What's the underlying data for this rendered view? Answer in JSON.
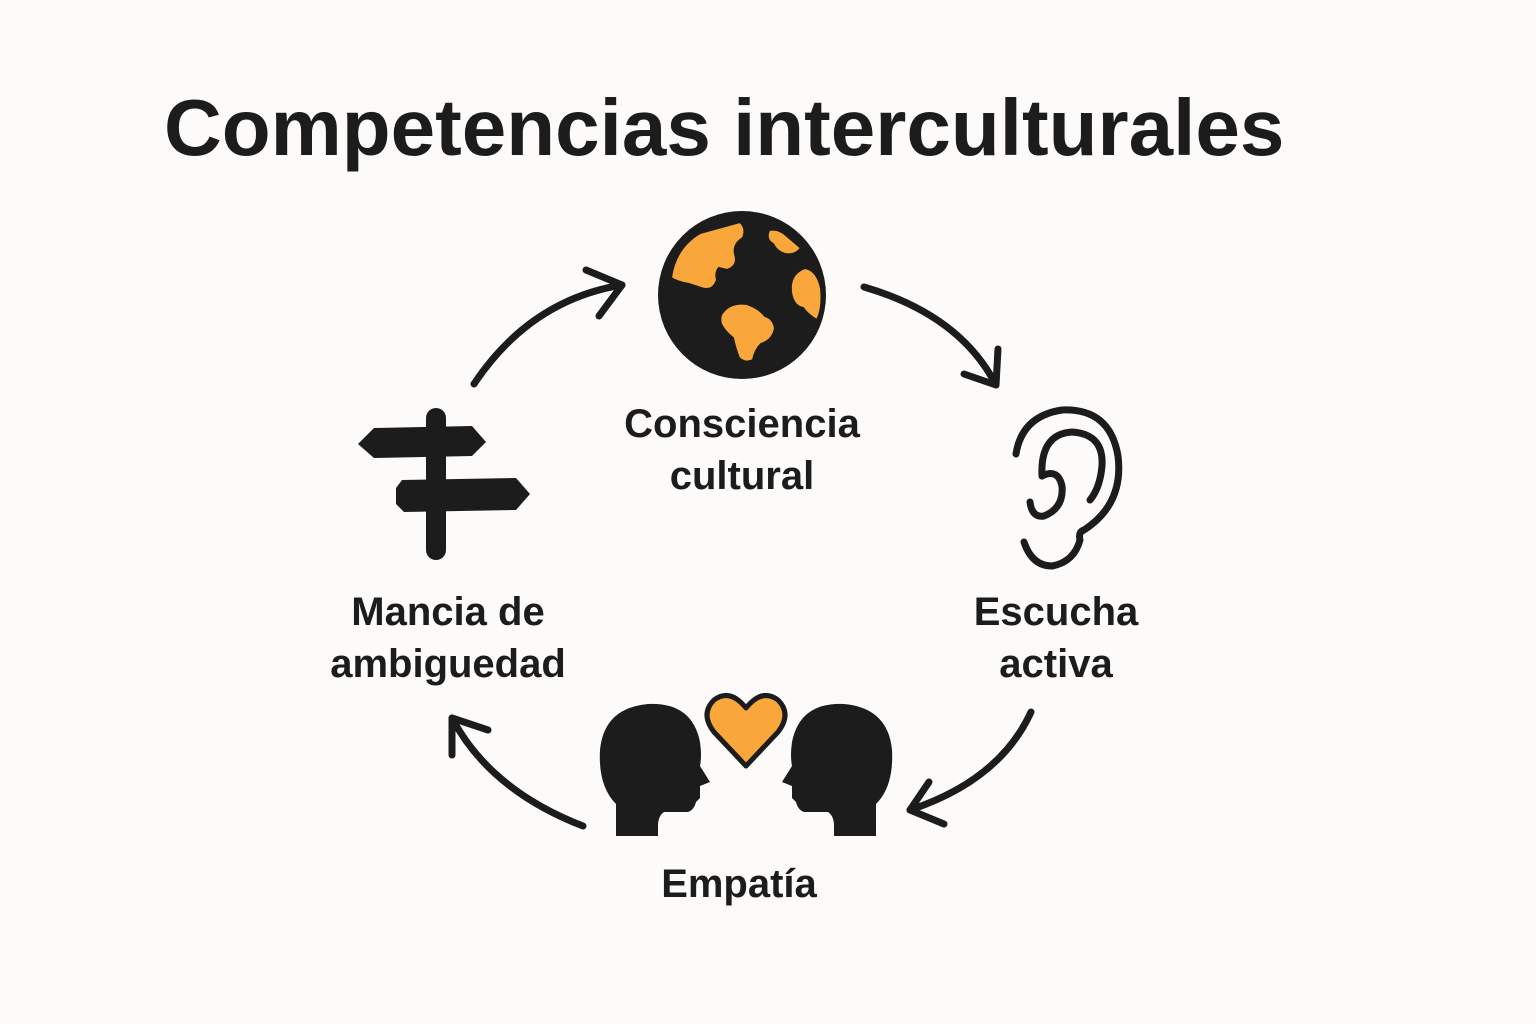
{
  "title": "Competencias interculturales",
  "colors": {
    "background": "#fcfbf9",
    "ink": "#1c1c1c",
    "accent": "#f9a73a"
  },
  "nodes": [
    {
      "id": "consciencia-cultural",
      "icon": "globe-icon",
      "label_lines": [
        "Consciencia",
        "cultural"
      ],
      "position": "top"
    },
    {
      "id": "escucha-activa",
      "icon": "ear-icon",
      "label_lines": [
        "Escucha",
        "activa"
      ],
      "position": "right"
    },
    {
      "id": "empatia",
      "icon": "heads-heart-icon",
      "label_lines": [
        "Empatía"
      ],
      "position": "bottom"
    },
    {
      "id": "mancia-de-ambiguedad",
      "icon": "signpost-icon",
      "label_lines": [
        "Mancia de",
        "ambiguedad"
      ],
      "position": "left"
    }
  ],
  "cycle_arrows": [
    {
      "from": "mancia-de-ambiguedad",
      "to": "consciencia-cultural"
    },
    {
      "from": "consciencia-cultural",
      "to": "escucha-activa"
    },
    {
      "from": "escucha-activa",
      "to": "empatia"
    },
    {
      "from": "empatia",
      "to": "mancia-de-ambiguedad"
    }
  ]
}
